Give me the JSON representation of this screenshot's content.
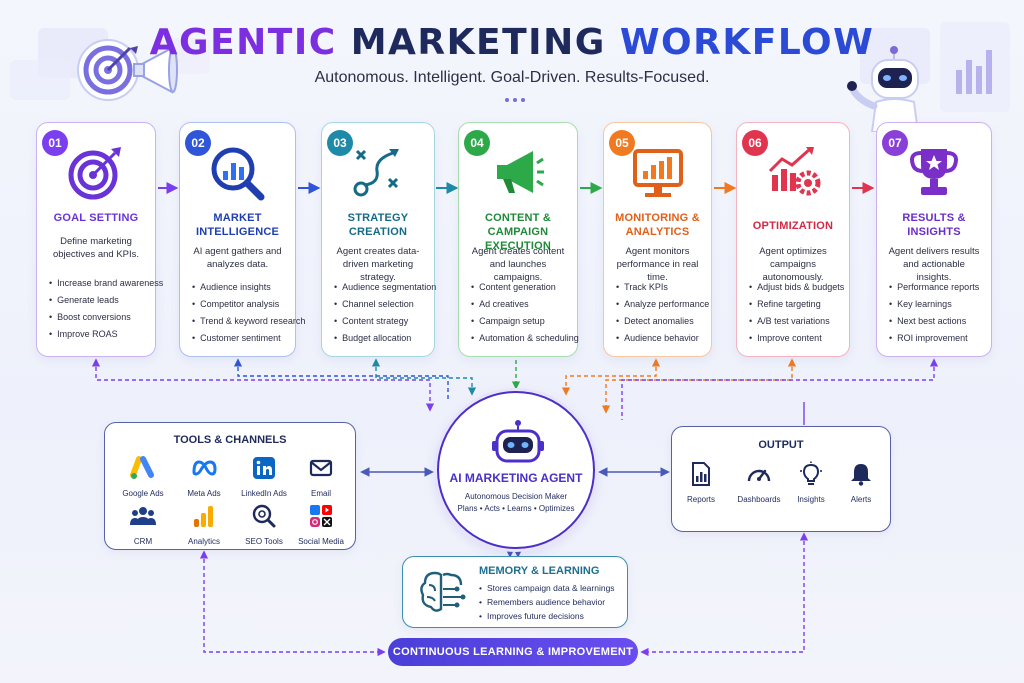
{
  "header": {
    "title_part1": "AGENTIC",
    "title_part2": "MARKETING",
    "title_part3": "WORKFLOW",
    "subtitle": "Autonomous. Intelligent. Goal-Driven. Results-Focused."
  },
  "steps": [
    {
      "num": "01",
      "title": "GOAL SETTING",
      "desc": "Define marketing objectives and KPIs.",
      "color": "#7b3ff0",
      "items": [
        "Increase brand awareness",
        "Generate leads",
        "Boost conversions",
        "Improve ROAS"
      ]
    },
    {
      "num": "02",
      "title": "MARKET INTELLIGENCE",
      "desc": "AI agent gathers and analyzes data.",
      "color": "#2f56d8",
      "items": [
        "Audience insights",
        "Competitor analysis",
        "Trend & keyword research",
        "Customer sentiment"
      ]
    },
    {
      "num": "03",
      "title": "STRATEGY CREATION",
      "desc": "Agent creates data-driven marketing strategy.",
      "color": "#1f8aa8",
      "items": [
        "Audience segmentation",
        "Channel selection",
        "Content strategy",
        "Budget allocation"
      ]
    },
    {
      "num": "04",
      "title": "CONTENT & CAMPAIGN EXECUTION",
      "desc": "Agent creates content and launches campaigns.",
      "color": "#2ea94a",
      "items": [
        "Content generation",
        "Ad creatives",
        "Campaign setup",
        "Automation & scheduling"
      ]
    },
    {
      "num": "05",
      "title": "MONITORING & ANALYTICS",
      "desc": "Agent monitors performance in real time.",
      "color": "#f07a22",
      "items": [
        "Track KPIs",
        "Analyze performance",
        "Detect anomalies",
        "Audience behavior"
      ]
    },
    {
      "num": "06",
      "title": "OPTIMIZATION",
      "desc": "Agent optimizes campaigns autonomously.",
      "color": "#e0344f",
      "items": [
        "Adjust bids & budgets",
        "Refine targeting",
        "A/B test variations",
        "Improve content"
      ]
    },
    {
      "num": "07",
      "title": "RESULTS & INSIGHTS",
      "desc": "Agent delivers results and actionable insights.",
      "color": "#8a3fd8",
      "items": [
        "Performance reports",
        "Key learnings",
        "Next best actions",
        "ROI improvement"
      ]
    }
  ],
  "tools": {
    "title": "TOOLS & CHANNELS",
    "items": [
      "Google Ads",
      "Meta Ads",
      "LinkedIn Ads",
      "Email",
      "CRM",
      "Analytics",
      "SEO Tools",
      "Social Media"
    ]
  },
  "agent": {
    "title": "AI MARKETING AGENT",
    "line1": "Autonomous Decision Maker",
    "line2": "Plans • Acts • Learns • Optimizes"
  },
  "output": {
    "title": "OUTPUT",
    "items": [
      "Reports",
      "Dashboards",
      "Insights",
      "Alerts"
    ]
  },
  "memory": {
    "title": "MEMORY & LEARNING",
    "items": [
      "Stores campaign data & learnings",
      "Remembers audience behavior",
      "Improves future decisions"
    ]
  },
  "footer": {
    "label": "CONTINUOUS LEARNING & IMPROVEMENT"
  }
}
